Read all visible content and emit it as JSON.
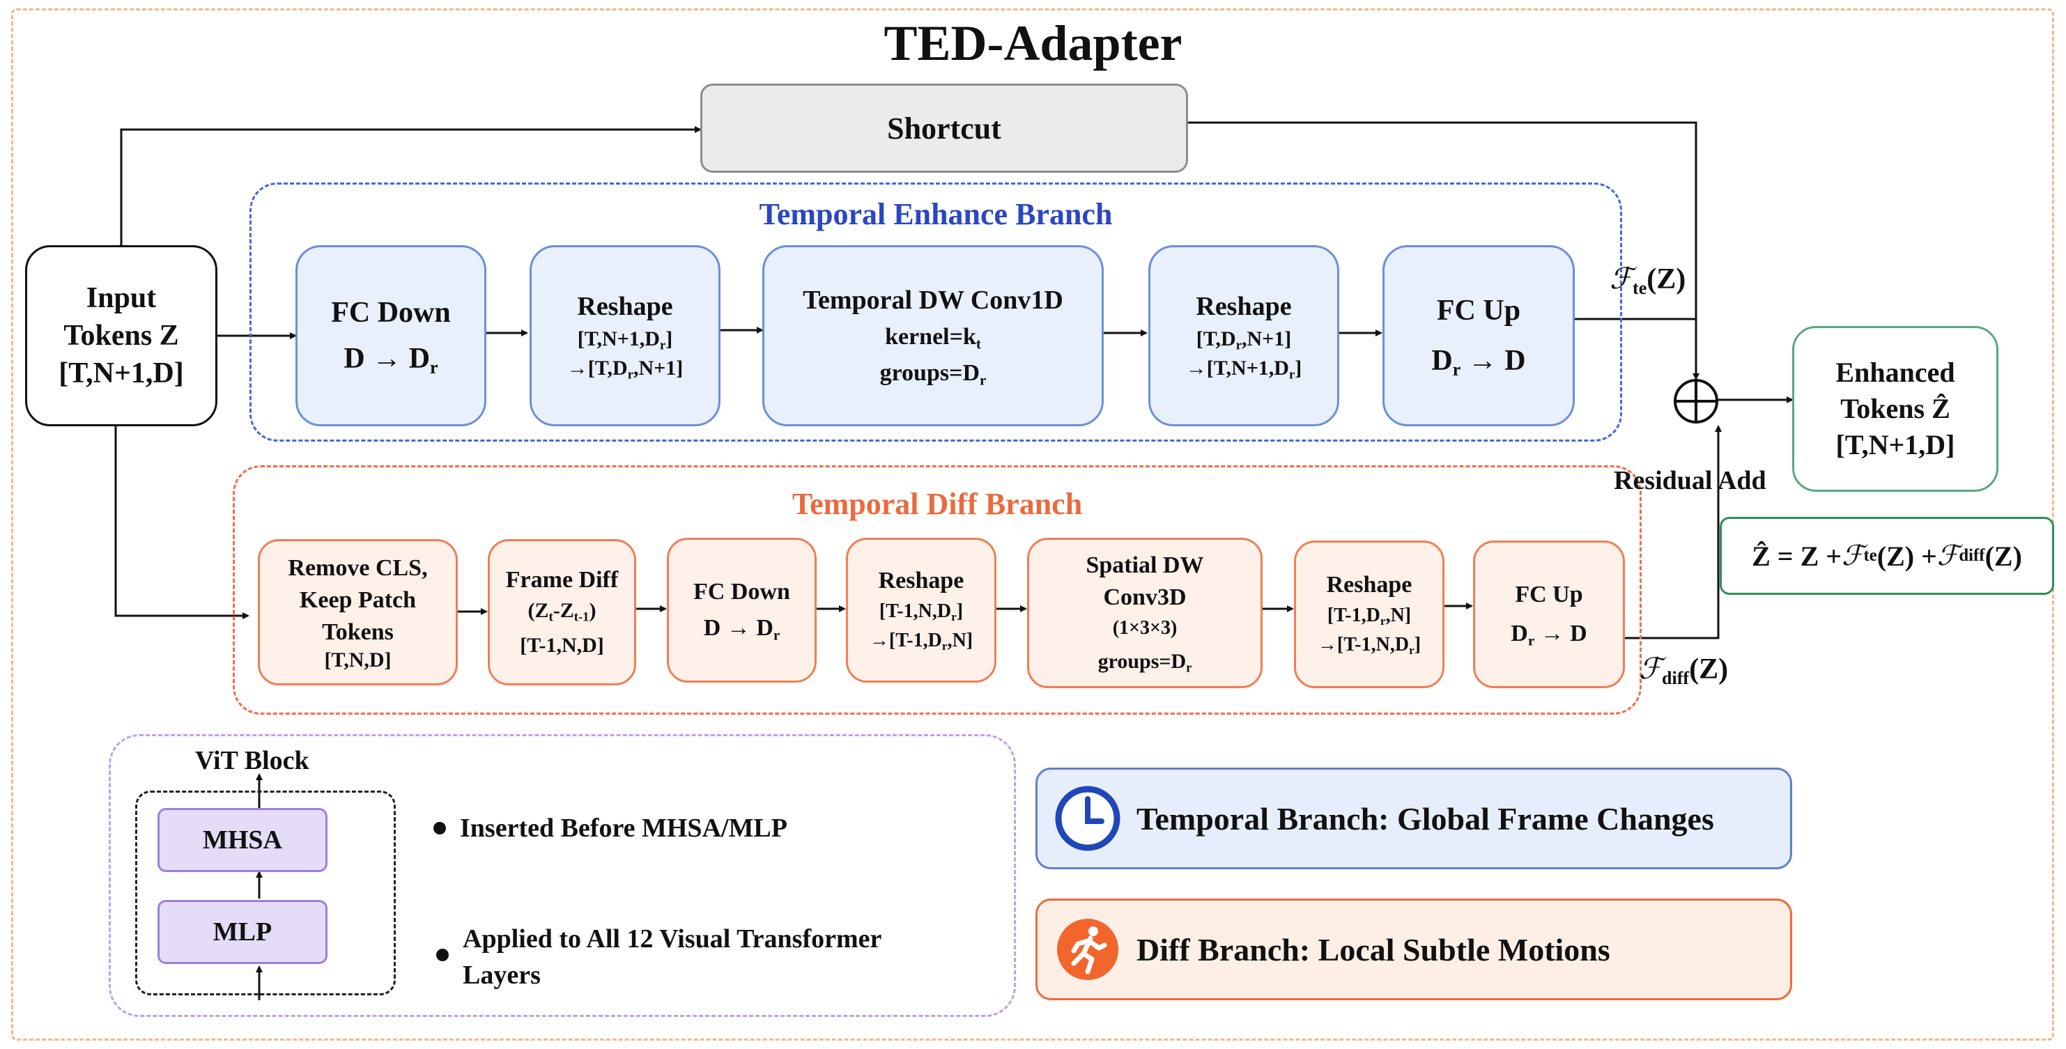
{
  "title": "TED-Adapter",
  "shortcut": "Shortcut",
  "input": {
    "line1": "Input",
    "line2": "Tokens Z",
    "line3": "[T,N+1,D]"
  },
  "temporal_branch": {
    "title": "Temporal Enhance Branch",
    "fc_down": {
      "title": "FC Down",
      "formula": "D → D",
      "formula_sub": "r"
    },
    "reshape1": {
      "title": "Reshape",
      "l1": "[T,N+1,D",
      "l1_sub": "r",
      "l1_end": "]",
      "l2": "→[T,D",
      "l2_sub": "r",
      "l2_end": ",N+1]"
    },
    "conv": {
      "title": "Temporal DW Conv1D",
      "l1": "kernel=k",
      "l1_sub": "t",
      "l2": "groups=D",
      "l2_sub": "r"
    },
    "reshape2": {
      "title": "Reshape",
      "l1": "[T,D",
      "l1_sub": "r",
      "l1_end": ",N+1]",
      "l2": "→[T,N+1,D",
      "l2_sub": "r",
      "l2_end": "]"
    },
    "fc_up": {
      "title": "FC Up",
      "formula": "D",
      "formula_sub": "r",
      "formula_end": " → D"
    },
    "output_label": "(Z)",
    "output_label_sub": "te"
  },
  "diff_branch": {
    "title": "Temporal Diff Branch",
    "remove_cls": {
      "l1": "Remove CLS,",
      "l2": "Keep Patch",
      "l3": "Tokens",
      "l4": "[T,N,D]"
    },
    "frame_diff": {
      "title": "Frame Diff",
      "l1": "(Z",
      "l1_sub": "t",
      "l1_mid": "-Z",
      "l1_sub2": "t-1",
      "l1_end": ")",
      "l2": "[T-1,N,D]"
    },
    "fc_down": {
      "title": "FC Down",
      "formula": "D → D",
      "formula_sub": "r"
    },
    "reshape1": {
      "title": "Reshape",
      "l1": "[T-1,N,D",
      "l1_sub": "r",
      "l1_end": "]",
      "l2": "→[T-1,D",
      "l2_sub": "r",
      "l2_end": ",N]"
    },
    "conv": {
      "l1": "Spatial DW",
      "l2": "Conv3D",
      "l3": "(1×3×3)",
      "l4": "groups=D",
      "l4_sub": "r"
    },
    "reshape2": {
      "title": "Reshape",
      "l1": "[T-1,D",
      "l1_sub": "r",
      "l1_end": ",N]",
      "l2": "→[T-1,N,D",
      "l2_sub": "r",
      "l2_end": "]"
    },
    "fc_up": {
      "title": "FC Up",
      "formula": "D",
      "formula_sub": "r",
      "formula_end": " → D"
    },
    "output_label": "(Z)",
    "output_label_sub": "diff"
  },
  "residual": {
    "label": "Residual Add",
    "symbol": "⊕"
  },
  "output": {
    "line1": "Enhanced",
    "line2": "Tokens Ẑ",
    "line3": "[T,N+1,D]"
  },
  "formula": {
    "lhs": "Ẑ = Z + ",
    "te": "(Z) + ",
    "te_sub": "te",
    "diff": "(Z)",
    "diff_sub": "diff",
    "script_f": "ℱ"
  },
  "vit": {
    "title": "ViT Block",
    "mhsa": "MHSA",
    "mlp": "MLP",
    "bullet1": "Inserted Before MHSA/MLP",
    "bullet2_l1": "Applied to All 12 Visual Transformer",
    "bullet2_l2": "Layers"
  },
  "legend": {
    "temporal": "Temporal Branch: Global Frame Changes",
    "diff": "Diff Branch: Local Subtle Motions",
    "temporal_icon": "clock-icon",
    "diff_icon": "running-person-icon",
    "temporal_color": "#2a46c2",
    "diff_color": "#f2652d"
  }
}
